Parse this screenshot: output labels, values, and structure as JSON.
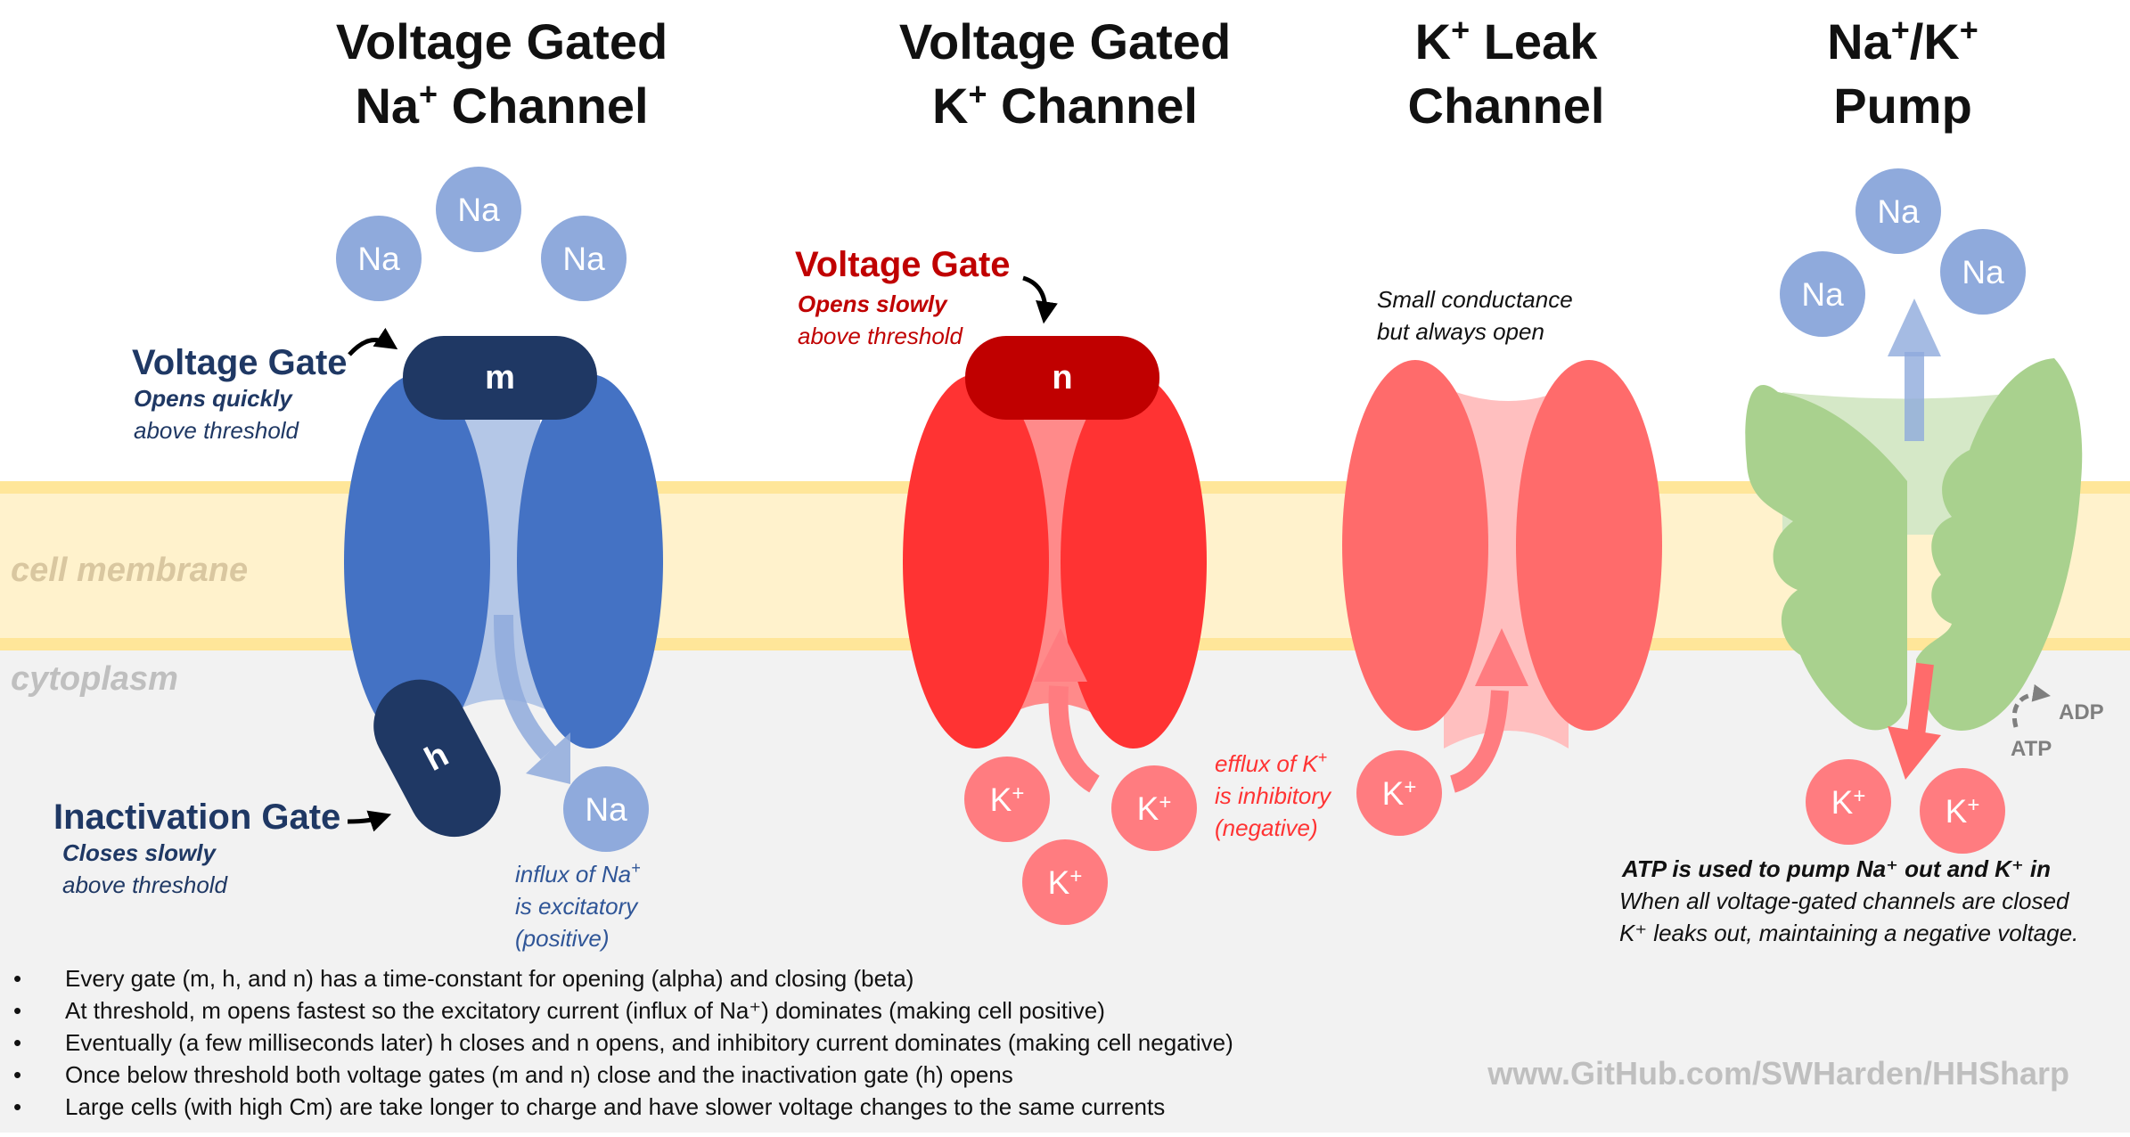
{
  "titles": {
    "na_channel": {
      "line1": "Voltage Gated",
      "line2_pre": "Na",
      "line2_sup": "+",
      "line2_post": " Channel"
    },
    "k_channel": {
      "line1": "Voltage Gated",
      "line2_pre": "K",
      "line2_sup": "+",
      "line2_post": " Channel"
    },
    "leak_channel": {
      "line1_pre": "K",
      "line1_sup": "+",
      "line1_post": " Leak",
      "line2": "Channel"
    },
    "pump": {
      "line1_a": "Na",
      "line1_sup1": "+",
      "line1_b": "/K",
      "line1_sup2": "+",
      "line2": "Pump"
    }
  },
  "regions": {
    "membrane": "cell membrane",
    "cytoplasm": "cytoplasm"
  },
  "ions": {
    "na": "Na",
    "k_base": "K",
    "k_sup": "+"
  },
  "na_channel": {
    "m_gate": "m",
    "h_gate": "h",
    "voltage_gate_label": "Voltage Gate",
    "voltage_gate_sub1": "Opens quickly",
    "voltage_gate_sub2": "above threshold",
    "inactivation_gate_label": "Inactivation Gate",
    "inactivation_gate_sub1": "Closes slowly",
    "inactivation_gate_sub2": "above threshold",
    "influx_l1_pre": "influx of Na",
    "influx_l1_sup": "+",
    "influx_l2": "is excitatory",
    "influx_l3": "(positive)"
  },
  "k_channel": {
    "n_gate": "n",
    "voltage_gate_label": "Voltage Gate",
    "voltage_gate_sub1": "Opens slowly",
    "voltage_gate_sub2": "above threshold",
    "efflux_l1_pre": "efflux of K",
    "efflux_l1_sup": "+",
    "efflux_l2": "is inhibitory",
    "efflux_l3": "(negative)"
  },
  "leak_channel": {
    "note_l1": "Small conductance",
    "note_l2": "but always open"
  },
  "pump": {
    "adp": "ADP",
    "atp": "ATP",
    "note_bold": "ATP is used to pump Na⁺ out and K⁺ in",
    "note_l2": "When all voltage-gated channels are closed",
    "note_l3": "K⁺ leaks out, maintaining a negative voltage."
  },
  "bullets": [
    "Every gate (m, h, and n) has a time-constant for opening (alpha) and closing (beta)",
    "At threshold, m opens fastest so the excitatory current (influx of Na⁺) dominates (making cell positive)",
    "Eventually (a few milliseconds later) h closes and n opens, and inhibitory current dominates (making cell negative)",
    "Once below threshold both voltage gates (m and n) close and the inactivation gate (h) opens",
    "Large cells (with high Cm) are take longer to charge and have slower voltage changes to the same currents"
  ],
  "bullet_marker": "•",
  "url": "www.GitHub.com/SWHarden/HHSharp",
  "colors": {
    "membrane": "#fff2cc",
    "membrane_border": "#ffe699",
    "cytoplasm": "#f2f2f2",
    "na_channel": "#4472c4",
    "na_pore": "#b4c7e7",
    "na_gate": "#1f3864",
    "na_ion": "#8faadc",
    "k_channel": "#ff3333",
    "k_pore": "#ff8a8a",
    "k_gate": "#c00000",
    "leak_channel": "#ff6b6b",
    "leak_pore": "#ffbfbf",
    "k_ion": "#ff7c80",
    "pump": "#a9d18e",
    "pump_light": "#d5e8c7"
  }
}
